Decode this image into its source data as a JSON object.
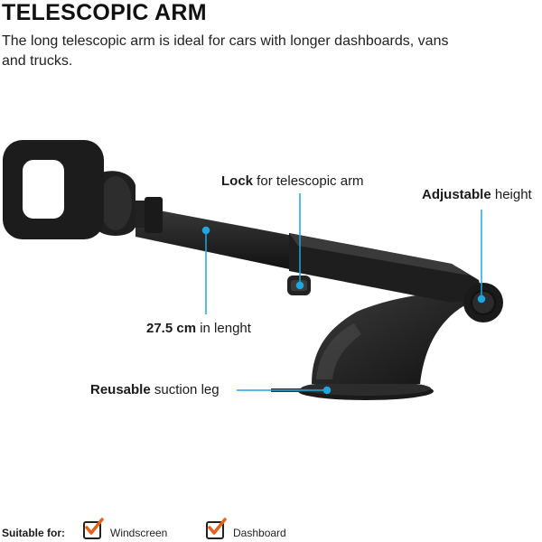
{
  "header": {
    "title": "TELESCOPIC ARM",
    "subtitle": "The long telescopic arm is ideal for cars with longer dashboards, vans and trucks."
  },
  "callouts": {
    "lock": {
      "bold": "Lock",
      "rest": " for telescopic arm"
    },
    "height": {
      "bold": "Adjustable",
      "rest": " height"
    },
    "length": {
      "bold": "27.5 cm",
      "rest": " in lenght"
    },
    "suction": {
      "bold": "Reusable",
      "rest": " suction leg"
    }
  },
  "colors": {
    "accent": "#1ea7e1",
    "check": "#e2631b",
    "product": "#1c1c1c"
  },
  "footer": {
    "label": "Suitable for:",
    "options": [
      {
        "label": "Windscreen",
        "icon": "checkbox-checked-icon"
      },
      {
        "label": "Dashboard",
        "icon": "checkbox-checked-icon"
      }
    ]
  }
}
